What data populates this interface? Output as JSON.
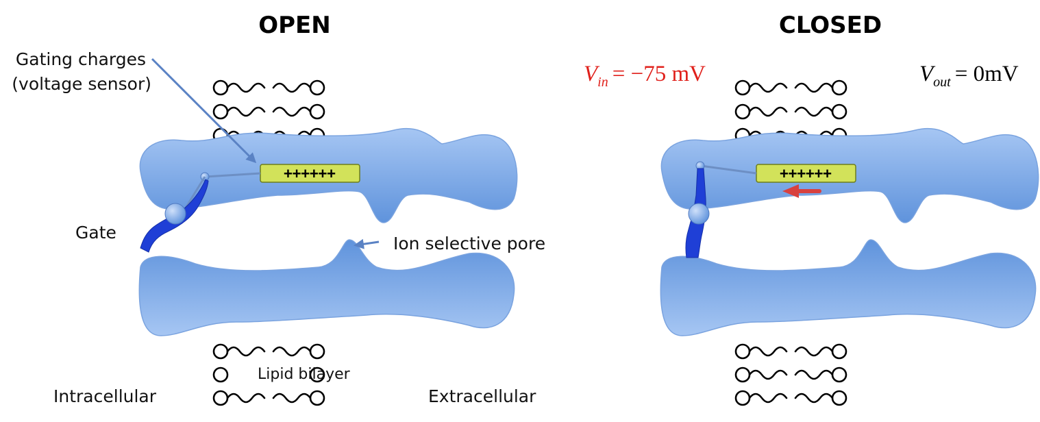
{
  "open_panel": {
    "title": "OPEN",
    "gating_label_line1": "Gating charges",
    "gating_label_line2": "(voltage sensor)",
    "charges": "++++++",
    "gate_label": "Gate",
    "pore_label": "Ion selective pore",
    "intracellular_label": "Intracellular",
    "lipid_label": "Lipid bilayer",
    "extracellular_label": "Extracellular"
  },
  "closed_panel": {
    "title": "CLOSED",
    "charges": "++++++",
    "v_in": {
      "symbol": "V",
      "subscript": "in",
      "value": "= −75 mV"
    },
    "v_out": {
      "symbol": "V",
      "subscript": "out",
      "value": "= 0mV"
    }
  },
  "colors": {
    "protein_light": "#a9c8f2",
    "protein_dark": "#5b8fd8",
    "gate": "#1f3fd6",
    "sensor_fill": "#d2e25a",
    "pointer_arrow": "#5a82c4",
    "movement_arrow": "#d8413f",
    "v_in_text": "#e0201b"
  }
}
